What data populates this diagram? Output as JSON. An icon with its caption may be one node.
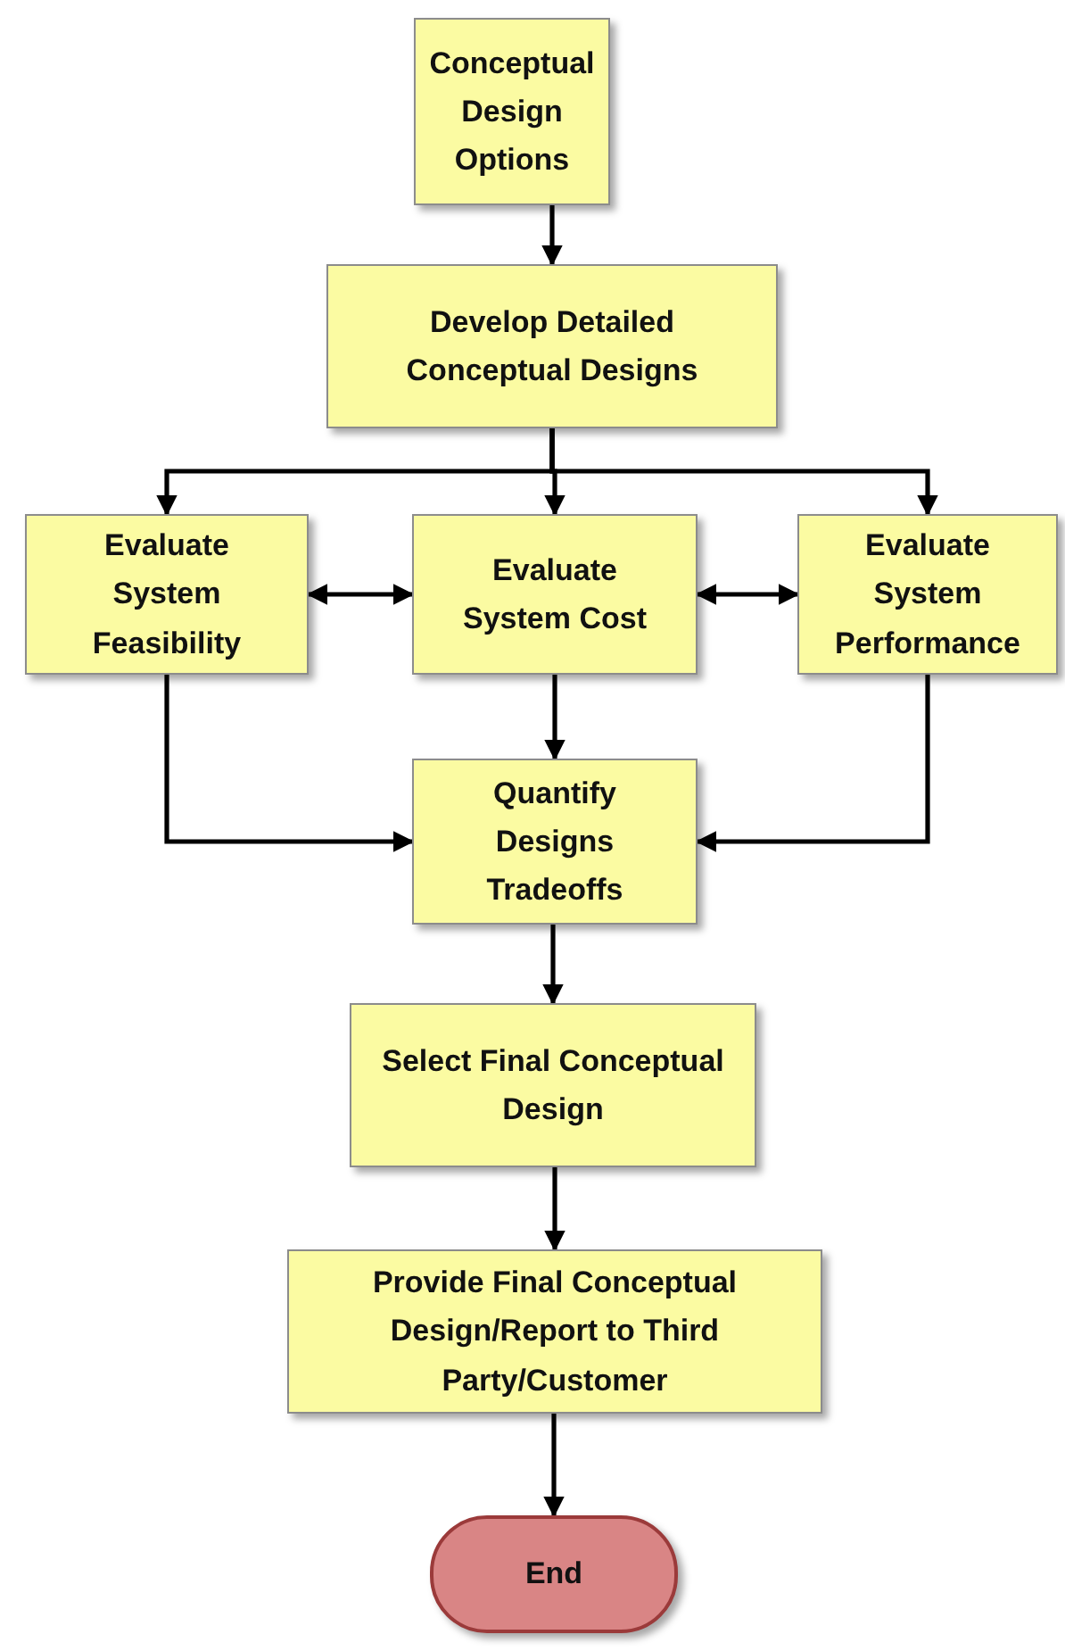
{
  "diagram": {
    "nodes": [
      {
        "text": [
          "Conceptual Design Options"
        ]
      },
      {
        "text": [
          "Develop Detailed Conceptual Designs"
        ]
      },
      {
        "text": [
          "Evaluate System Feasibility"
        ]
      },
      {
        "text": [
          "Evaluate System Cost"
        ]
      },
      {
        "text": [
          "Evaluate System Performance"
        ]
      },
      {
        "text": [
          "Quantify Designs Tradeoffs"
        ]
      },
      {
        "text": [
          "Select Final Conceptual Design"
        ]
      },
      {
        "text": [
          "Provide Final Conceptual Design/Report to Third Party/Customer"
        ]
      },
      {
        "text": [
          "End"
        ]
      }
    ],
    "edges": [
      {
        "from": 0,
        "to": 1,
        "arrow": "to"
      },
      {
        "from": 1,
        "to": 2,
        "arrow": "to"
      },
      {
        "from": 1,
        "to": 3,
        "arrow": "to"
      },
      {
        "from": 1,
        "to": 4,
        "arrow": "to"
      },
      {
        "from": 2,
        "to": 3,
        "arrow": "both"
      },
      {
        "from": 3,
        "to": 4,
        "arrow": "both"
      },
      {
        "from": 2,
        "to": 5,
        "arrow": "to"
      },
      {
        "from": 3,
        "to": 5,
        "arrow": "to"
      },
      {
        "from": 4,
        "to": 5,
        "arrow": "to"
      },
      {
        "from": 5,
        "to": 6,
        "arrow": "to"
      },
      {
        "from": 6,
        "to": 7,
        "arrow": "to"
      },
      {
        "from": 7,
        "to": 8,
        "arrow": "to"
      }
    ]
  }
}
